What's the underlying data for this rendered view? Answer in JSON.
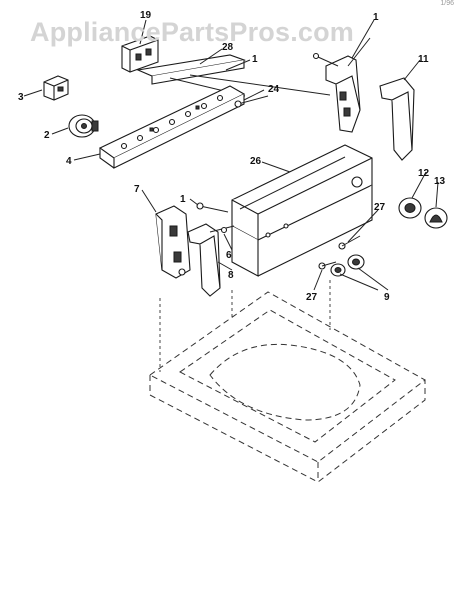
{
  "watermark": "AppliancePartsPros.com",
  "corner_text": "1/96",
  "callouts": [
    {
      "id": "c19",
      "label": "19"
    },
    {
      "id": "c28",
      "label": "28"
    },
    {
      "id": "c1a",
      "label": "1"
    },
    {
      "id": "c1b",
      "label": "1"
    },
    {
      "id": "c11",
      "label": "11"
    },
    {
      "id": "c3",
      "label": "3"
    },
    {
      "id": "c24",
      "label": "24"
    },
    {
      "id": "c2",
      "label": "2"
    },
    {
      "id": "c4",
      "label": "4"
    },
    {
      "id": "c26",
      "label": "26"
    },
    {
      "id": "c12",
      "label": "12"
    },
    {
      "id": "c13",
      "label": "13"
    },
    {
      "id": "c7",
      "label": "7"
    },
    {
      "id": "c1c",
      "label": "1"
    },
    {
      "id": "c27a",
      "label": "27"
    },
    {
      "id": "c6",
      "label": "6"
    },
    {
      "id": "c8",
      "label": "8"
    },
    {
      "id": "c9",
      "label": "9"
    },
    {
      "id": "c27b",
      "label": "27"
    }
  ]
}
